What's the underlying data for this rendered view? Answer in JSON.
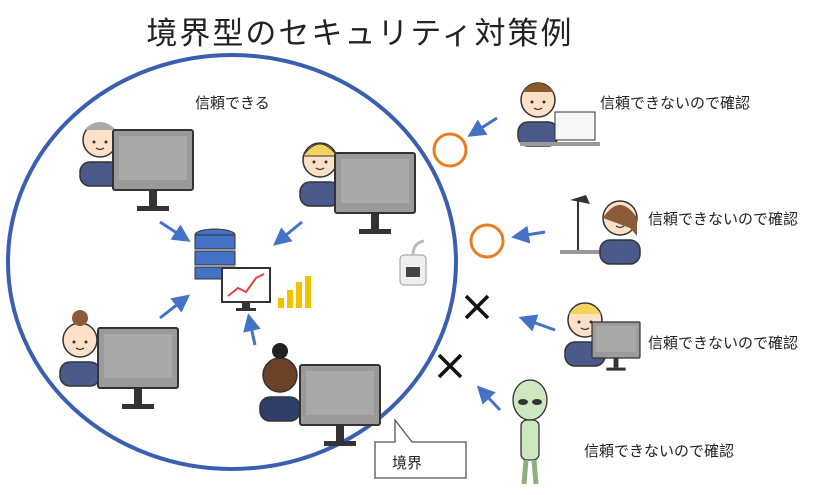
{
  "title": "境界型のセキュリティ対策例",
  "inside_label": "信頼できる",
  "outside_labels": [
    "信頼できないので確認",
    "信頼できないので確認",
    "信頼できないので確認",
    "信頼できないので確認"
  ],
  "callout_label": "境界",
  "colors": {
    "boundary": "#3a5fb0",
    "arrow": "#4472c4",
    "ok_circle": "#e67e22",
    "block_x": "#111111",
    "chart_bars": "#f2c200"
  },
  "icons": [
    "user-workstation-icon",
    "database-icon",
    "analytics-monitor-icon",
    "lan-port-icon",
    "ok-circle-icon",
    "block-x-icon",
    "alien-icon"
  ]
}
